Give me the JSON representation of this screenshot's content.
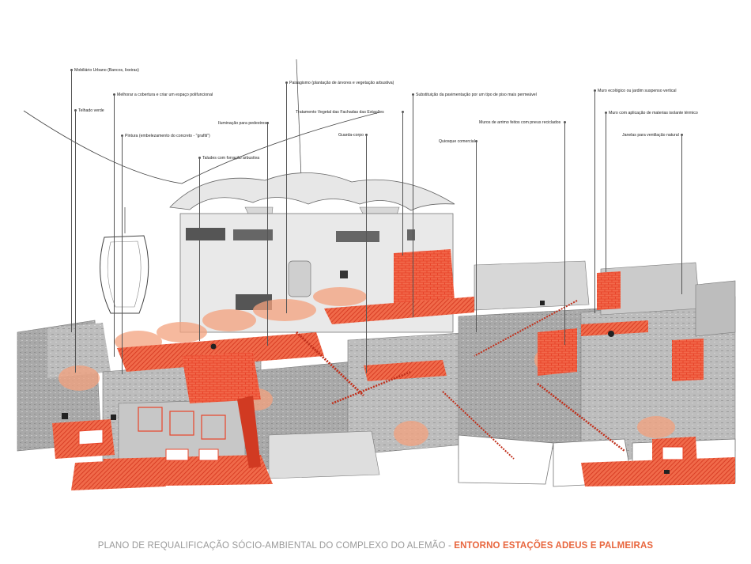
{
  "annotations": [
    {
      "id": "mobiliario",
      "text": "Mobiliário Urbano (Bancos, lixeiras)"
    },
    {
      "id": "telhado",
      "text": "Telhado verde"
    },
    {
      "id": "cobertura",
      "text": "Melhorar a cobertura e criar um espaço polifuncional"
    },
    {
      "id": "pintura",
      "text": "Pintura (embelezamento do concreto - \"grafiti\")"
    },
    {
      "id": "taludes",
      "text": "Taludes com forração arbustiva"
    },
    {
      "id": "iluminacao",
      "text": "Iluminação para pedestres"
    },
    {
      "id": "paisagismo",
      "text": "Paisagismo (plantação de árvores e vegetação arbustiva)"
    },
    {
      "id": "tratamento",
      "text": "Tratamento Vegetal das Fachadas das Estações"
    },
    {
      "id": "guarda",
      "text": "Guarda-corpo"
    },
    {
      "id": "substituicao",
      "text": "Substituição da pavimentação por um tipo de piso mais permeável"
    },
    {
      "id": "muros",
      "text": "Muros de arrimo feitos com pneus reciclados"
    },
    {
      "id": "quiosque",
      "text": "Quiosque comercial"
    },
    {
      "id": "muro-eco",
      "text": "Muro ecológico ou jardim suspenso vertical"
    },
    {
      "id": "muro-isolante",
      "text": "Muro com aplicação de materias isolante térmico"
    },
    {
      "id": "janelas",
      "text": "Janelas para ventilação natural"
    }
  ],
  "footer": {
    "regular": "PLANO DE REQUALIFICAÇÃO SÓCIO-AMBIENTAL DO COMPLEXO DO ALEMÃO",
    "separator": " - ",
    "bold": "ENTORNO ESTAÇÕES ADEUS E PALMEIRAS"
  },
  "colors": {
    "accent": "#e8442a",
    "accent_soft": "#f4a27e",
    "building": "#b9b9b9",
    "building_dark": "#8f8f8f"
  }
}
